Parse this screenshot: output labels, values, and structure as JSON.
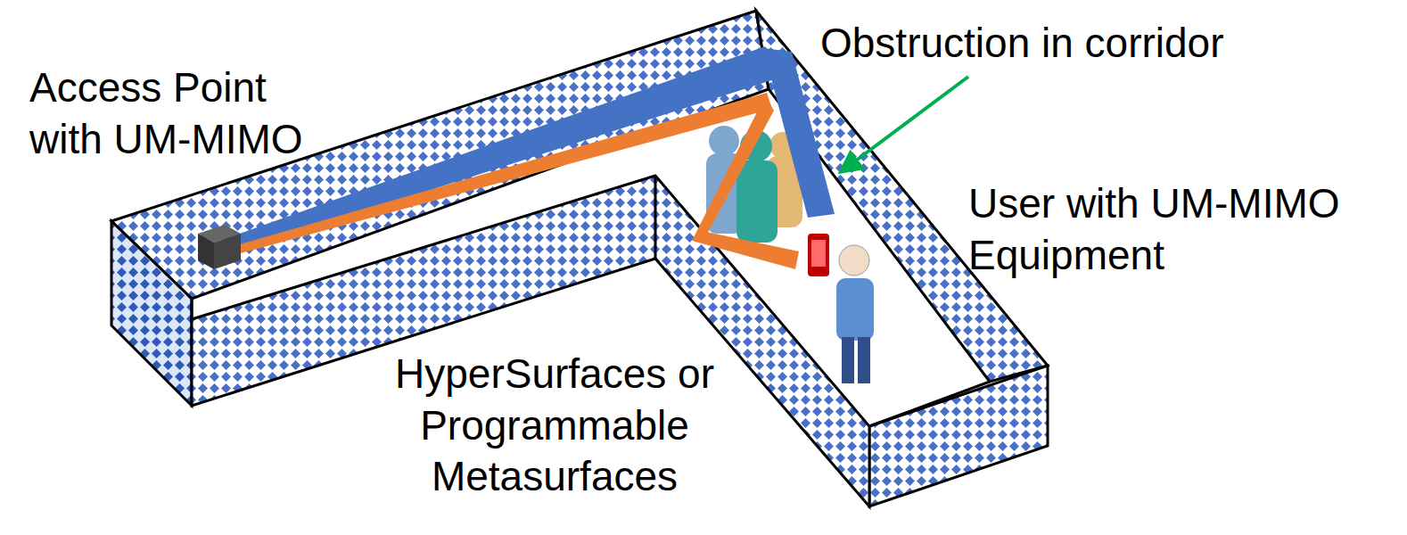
{
  "diagram": {
    "labels": [
      "Access Point with UM-MIMO",
      "Obstruction in corridor",
      "User with UM-MIMO Equipment",
      "HyperSurfaces or Programmable Metasurfaces"
    ]
  }
}
